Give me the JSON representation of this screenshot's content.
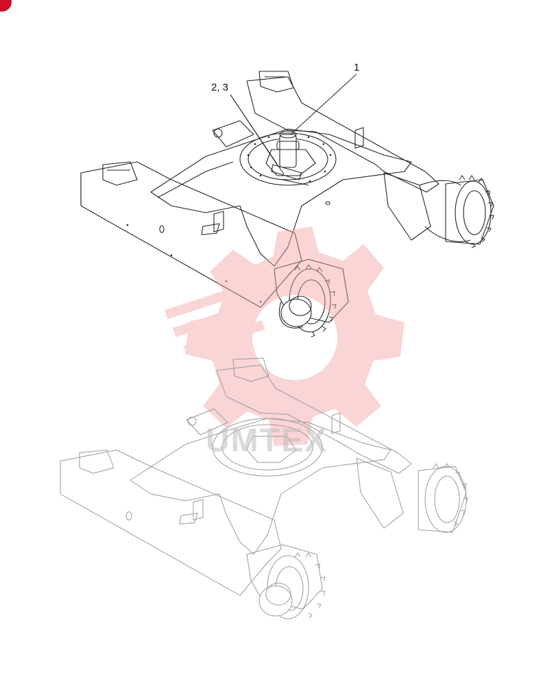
{
  "callouts": {
    "part_1": "1",
    "parts_2_3": "2, 3"
  },
  "watermark": {
    "text": "UMTEX",
    "gear_color": "#f4a3a3"
  },
  "colors": {
    "line": "#222222",
    "ghost_line": "#9a9a9a",
    "badge": "#d0102a",
    "background": "#ffffff"
  },
  "icons": {
    "corner_badge": "red-circle-badge"
  }
}
